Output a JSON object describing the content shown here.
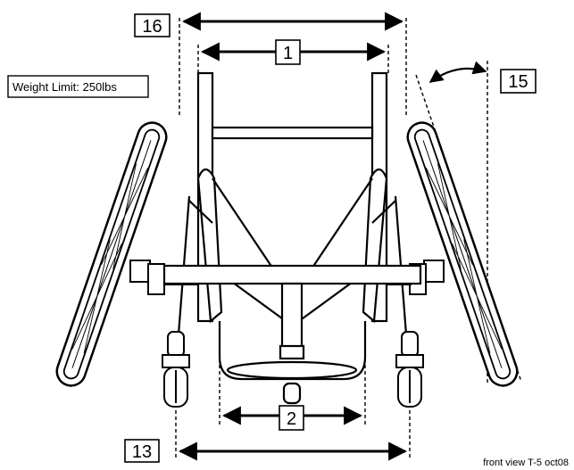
{
  "weight_limit": "Weight Limit: 250lbs",
  "caption": "front view T-5 oct08",
  "labels": {
    "l16": "16",
    "l1": "1",
    "l15": "15",
    "l2": "2",
    "l13": "13"
  }
}
